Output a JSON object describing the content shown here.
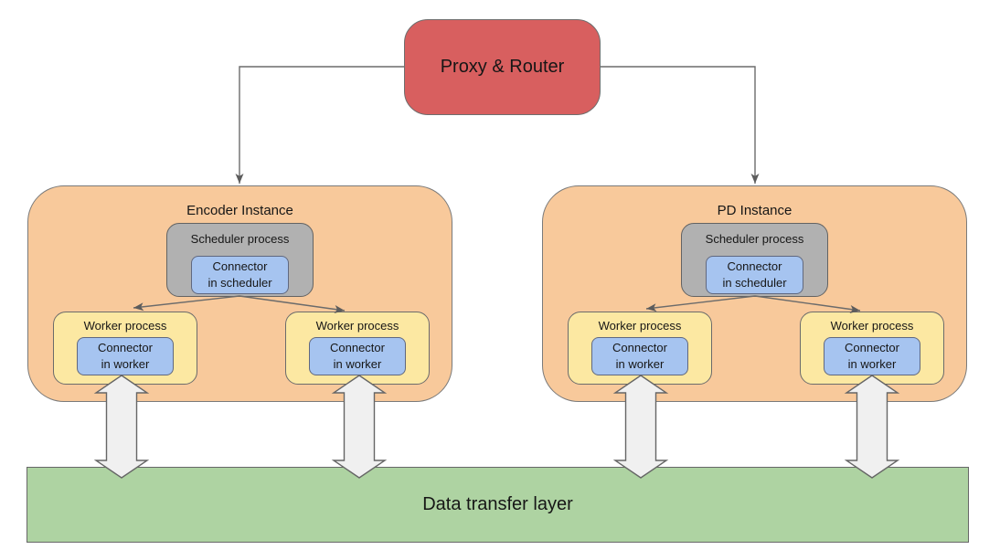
{
  "router": {
    "label": "Proxy & Router"
  },
  "instances": [
    {
      "title": "Encoder Instance",
      "scheduler": {
        "label": "Scheduler process",
        "connector_line1": "Connector",
        "connector_line2": "in scheduler"
      },
      "workers": [
        {
          "label": "Worker process",
          "connector_line1": "Connector",
          "connector_line2": "in worker"
        },
        {
          "label": "Worker process",
          "connector_line1": "Connector",
          "connector_line2": "in worker"
        }
      ]
    },
    {
      "title": "PD Instance",
      "scheduler": {
        "label": "Scheduler process",
        "connector_line1": "Connector",
        "connector_line2": "in scheduler"
      },
      "workers": [
        {
          "label": "Worker process",
          "connector_line1": "Connector",
          "connector_line2": "in worker"
        },
        {
          "label": "Worker process",
          "connector_line1": "Connector",
          "connector_line2": "in worker"
        }
      ]
    }
  ],
  "data_layer": {
    "label": "Data transfer layer"
  },
  "colors": {
    "router_fill": "#d85f5f",
    "instance_fill": "#f8c99b",
    "scheduler_fill": "#b1b1b1",
    "connector_fill": "#a6c4f0",
    "worker_fill": "#fce8a2",
    "data_layer_fill": "#aed3a2",
    "block_arrow_fill": "#f0f0f0",
    "line_color": "#666666"
  }
}
